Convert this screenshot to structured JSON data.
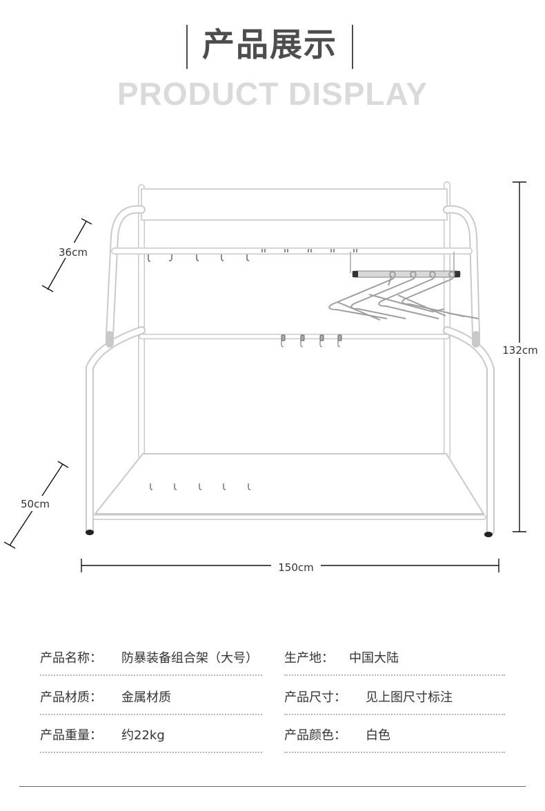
{
  "header": {
    "title_zh": "产品展示",
    "title_en": "PRODUCT DISPLAY"
  },
  "dimensions": {
    "depth_top": "36cm",
    "depth_bottom": "50cm",
    "height": "132cm",
    "width": "150cm"
  },
  "specs": {
    "left": [
      {
        "label": "产品名称：",
        "value": "防暴装备组合架（大号）"
      },
      {
        "label": "产品材质：",
        "value": "金属材质"
      },
      {
        "label": "产品重量：",
        "value": "约22kg"
      }
    ],
    "right": [
      {
        "label": "生产地：",
        "value": "中国大陆"
      },
      {
        "label": "产品尺寸：",
        "value": "见上图尺寸标注"
      },
      {
        "label": "产品颜色：",
        "value": "白色"
      }
    ]
  },
  "colors": {
    "title_zh": "#4d4d4d",
    "title_en": "#dadada",
    "divider": "#666666",
    "dotted": "#b3b3b3",
    "frame": "#ffffff",
    "frame_edge": "#c9c9c9"
  }
}
